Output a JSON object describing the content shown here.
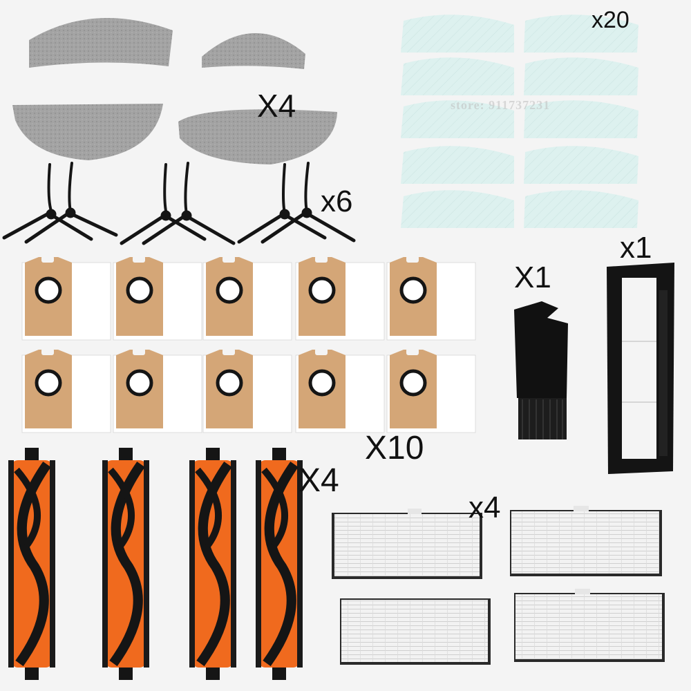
{
  "labels": {
    "mops_qty": "X4",
    "side_brushes_qty": "x6",
    "pads_qty": "x20",
    "tool_qty": "X1",
    "cover_qty": "x1",
    "bags_qty": "X10",
    "rollers_qty": "X4",
    "filters_qty": "x4"
  },
  "watermark": "store: 911737231",
  "colors": {
    "background": "#f4f4f4",
    "mop_gray": "#9c9c9c",
    "pad_mint": "#dcf0ee",
    "bag_kraft": "#d4a677",
    "roller_orange": "#f06a1e",
    "black": "#151515"
  }
}
